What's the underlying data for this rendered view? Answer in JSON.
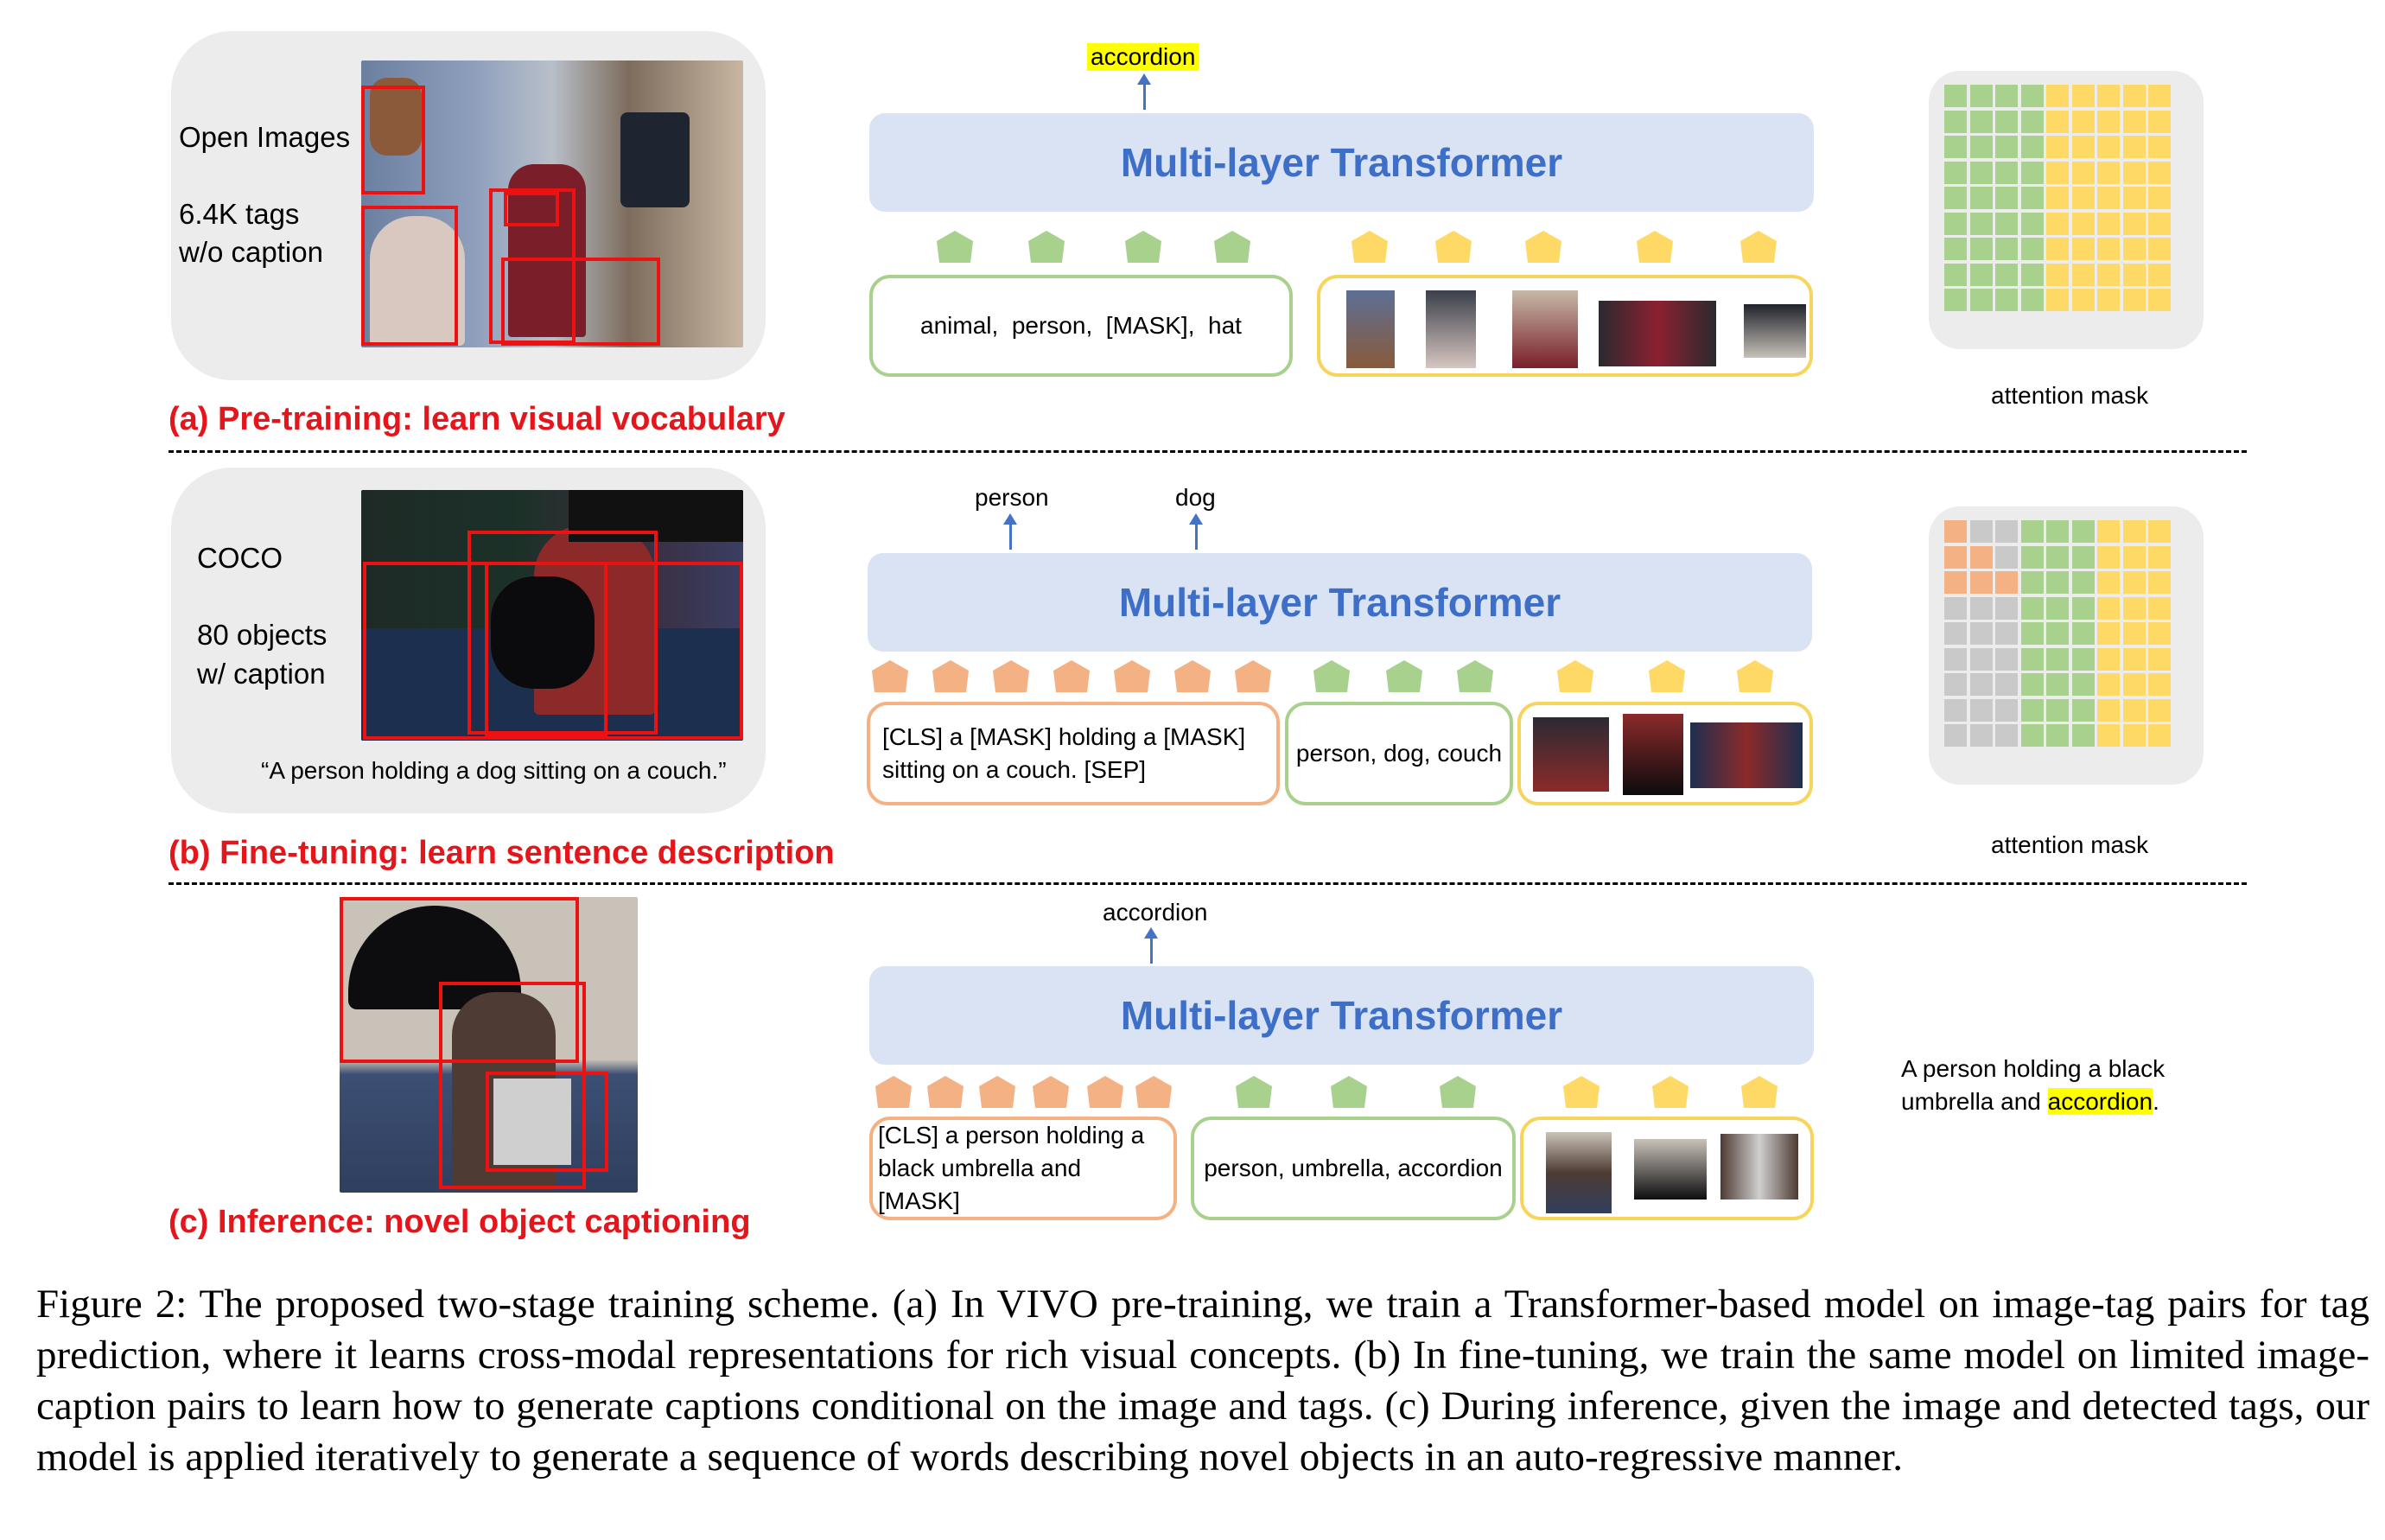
{
  "panel_a": {
    "dataset": "Open Images",
    "stat_line1": "6.4K tags",
    "stat_line2": "w/o caption",
    "heading": "(a) Pre-training: learn visual vocabulary",
    "transformer_label": "Multi-layer Transformer",
    "output": "accordion",
    "text_box": "animal,  person,  [MASK],  hat",
    "mask_label": "attention mask"
  },
  "panel_b": {
    "dataset": "COCO",
    "stat_line1": "80 objects",
    "stat_line2": "w/ caption",
    "caption_quote": "“A person holding a dog sitting on a couch.”",
    "heading": "(b) Fine-tuning: learn sentence description",
    "transformer_label": "Multi-layer Transformer",
    "output1": "person",
    "output2": "dog",
    "text_box": "[CLS]  a [MASK] holding a [MASK] sitting on a couch. [SEP]",
    "tags_box": "person, dog, couch",
    "mask_label": "attention mask"
  },
  "panel_c": {
    "heading": "(c) Inference: novel object captioning",
    "transformer_label": "Multi-layer Transformer",
    "output": "accordion",
    "text_box": "[CLS] a person holding a black umbrella and [MASK]",
    "tags_box": "person, umbrella, accordion",
    "result_prefix": "A person holding a black umbrella and ",
    "result_highlight": "accordion",
    "result_suffix": "."
  },
  "colors": {
    "text_token": "#f4b183",
    "tag_token": "#a9d18e",
    "image_token": "#ffd966",
    "masked_cell": "#c9c9c9",
    "transformer_fill": "#d9e3f3",
    "transformer_text": "#3e6fc8",
    "heading": "#e4161c",
    "highlight": "#ffff00"
  },
  "figure_caption": "Figure 2: The proposed two-stage training scheme. (a) In VIVO pre-training, we train a Transformer-based model on image-tag pairs for tag prediction, where it learns cross-modal representations for rich visual concepts. (b) In fine-tuning, we train the same model on limited image-caption pairs to learn how to generate captions conditional on the image and tags. (c) During inference, given the image and detected tags, our model is applied iteratively to generate a sequence of words describing novel objects in an auto-regressive manner."
}
